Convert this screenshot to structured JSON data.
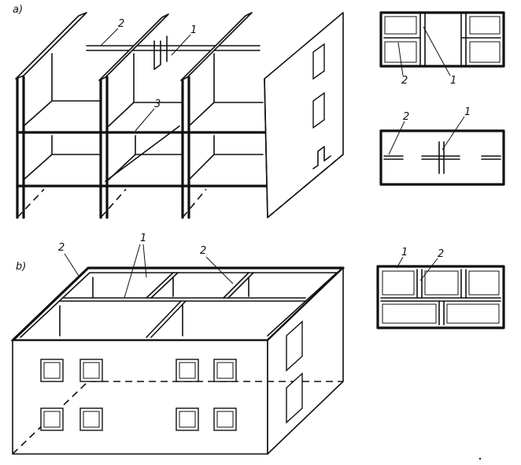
{
  "figure_a": {
    "label": "a)",
    "callouts_3d": {
      "c2": "2",
      "c1": "1",
      "c3": "3"
    },
    "plan_top": {
      "c2": "2",
      "c1": "1"
    },
    "plan_bottom": {
      "c2": "2",
      "c1": "1"
    }
  },
  "figure_b": {
    "label": "b)",
    "callouts_3d": {
      "c2_left": "2",
      "c1": "1",
      "c2_right": "2"
    },
    "plan": {
      "c1": "1",
      "c2": "2"
    }
  }
}
